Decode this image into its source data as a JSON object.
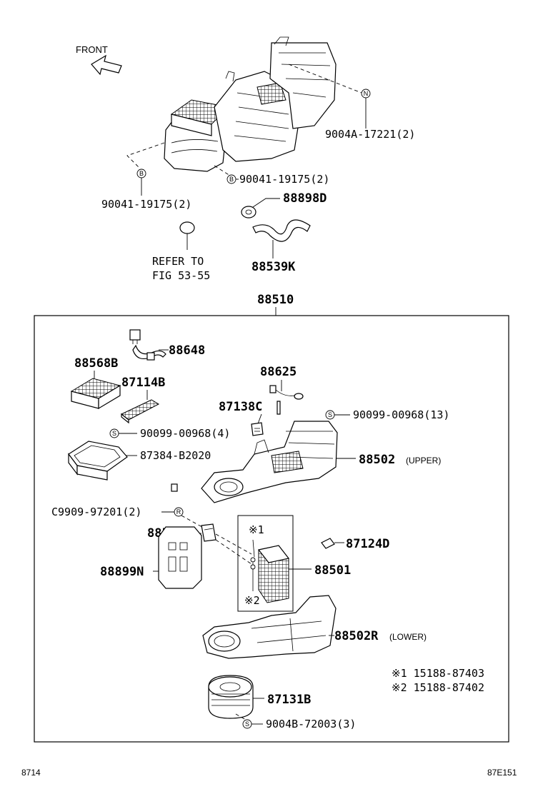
{
  "front_label": "FRONT",
  "labels": {
    "p9004a_17221": "9004A-17221(2)",
    "p90041_19175_right": "90041-19175(2)",
    "p90041_19175_left": "90041-19175(2)",
    "p88898d": "88898D",
    "refer_to": "REFER TO",
    "fig": "FIG 53-55",
    "p88539k": "88539K",
    "p88510": "88510",
    "p88648": "88648",
    "p88568b": "88568B",
    "p87114b": "87114B",
    "p88625": "88625",
    "p87138c": "87138C",
    "p90099_00968_13": "90099-00968(13)",
    "p90099_00968_4": "90099-00968(4)",
    "p87384_b2020": "87384-B2020",
    "p88502": "88502",
    "upper": "(UPPER)",
    "pc9909_97201": "C9909-97201(2)",
    "p88515": "88515",
    "p87124d": "87124D",
    "p88899n": "88899N",
    "p88501": "88501",
    "p88502r": "88502R",
    "lower": "(LOWER)",
    "note1": "※1  15188-87403",
    "note2": "※2  15188-87402",
    "p87131b": "87131B",
    "p9004b_72003": "9004B-72003(3)",
    "ref_mark1": "※1",
    "ref_mark2": "※2"
  },
  "callout_marks": {
    "n": "N",
    "b": "B",
    "s": "S",
    "r": "R"
  },
  "footer": {
    "left": "8714",
    "right": "87E151"
  }
}
